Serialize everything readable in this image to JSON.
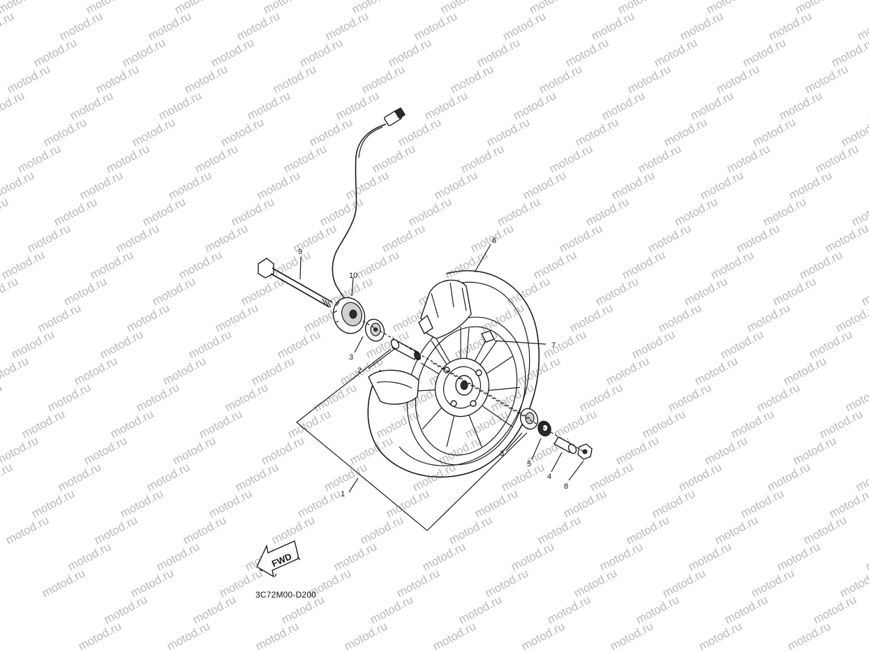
{
  "watermark": {
    "text": "motod.ru"
  },
  "callouts": {
    "c1": "1",
    "c2": "2",
    "c3a": "3",
    "c3b": "3",
    "c4": "4",
    "c5": "5",
    "c6": "6",
    "c7": "7",
    "c8": "8",
    "c9": "9",
    "c10": "10"
  },
  "fwd_label": "FWD",
  "diagram_code": "3C72M00-D200"
}
